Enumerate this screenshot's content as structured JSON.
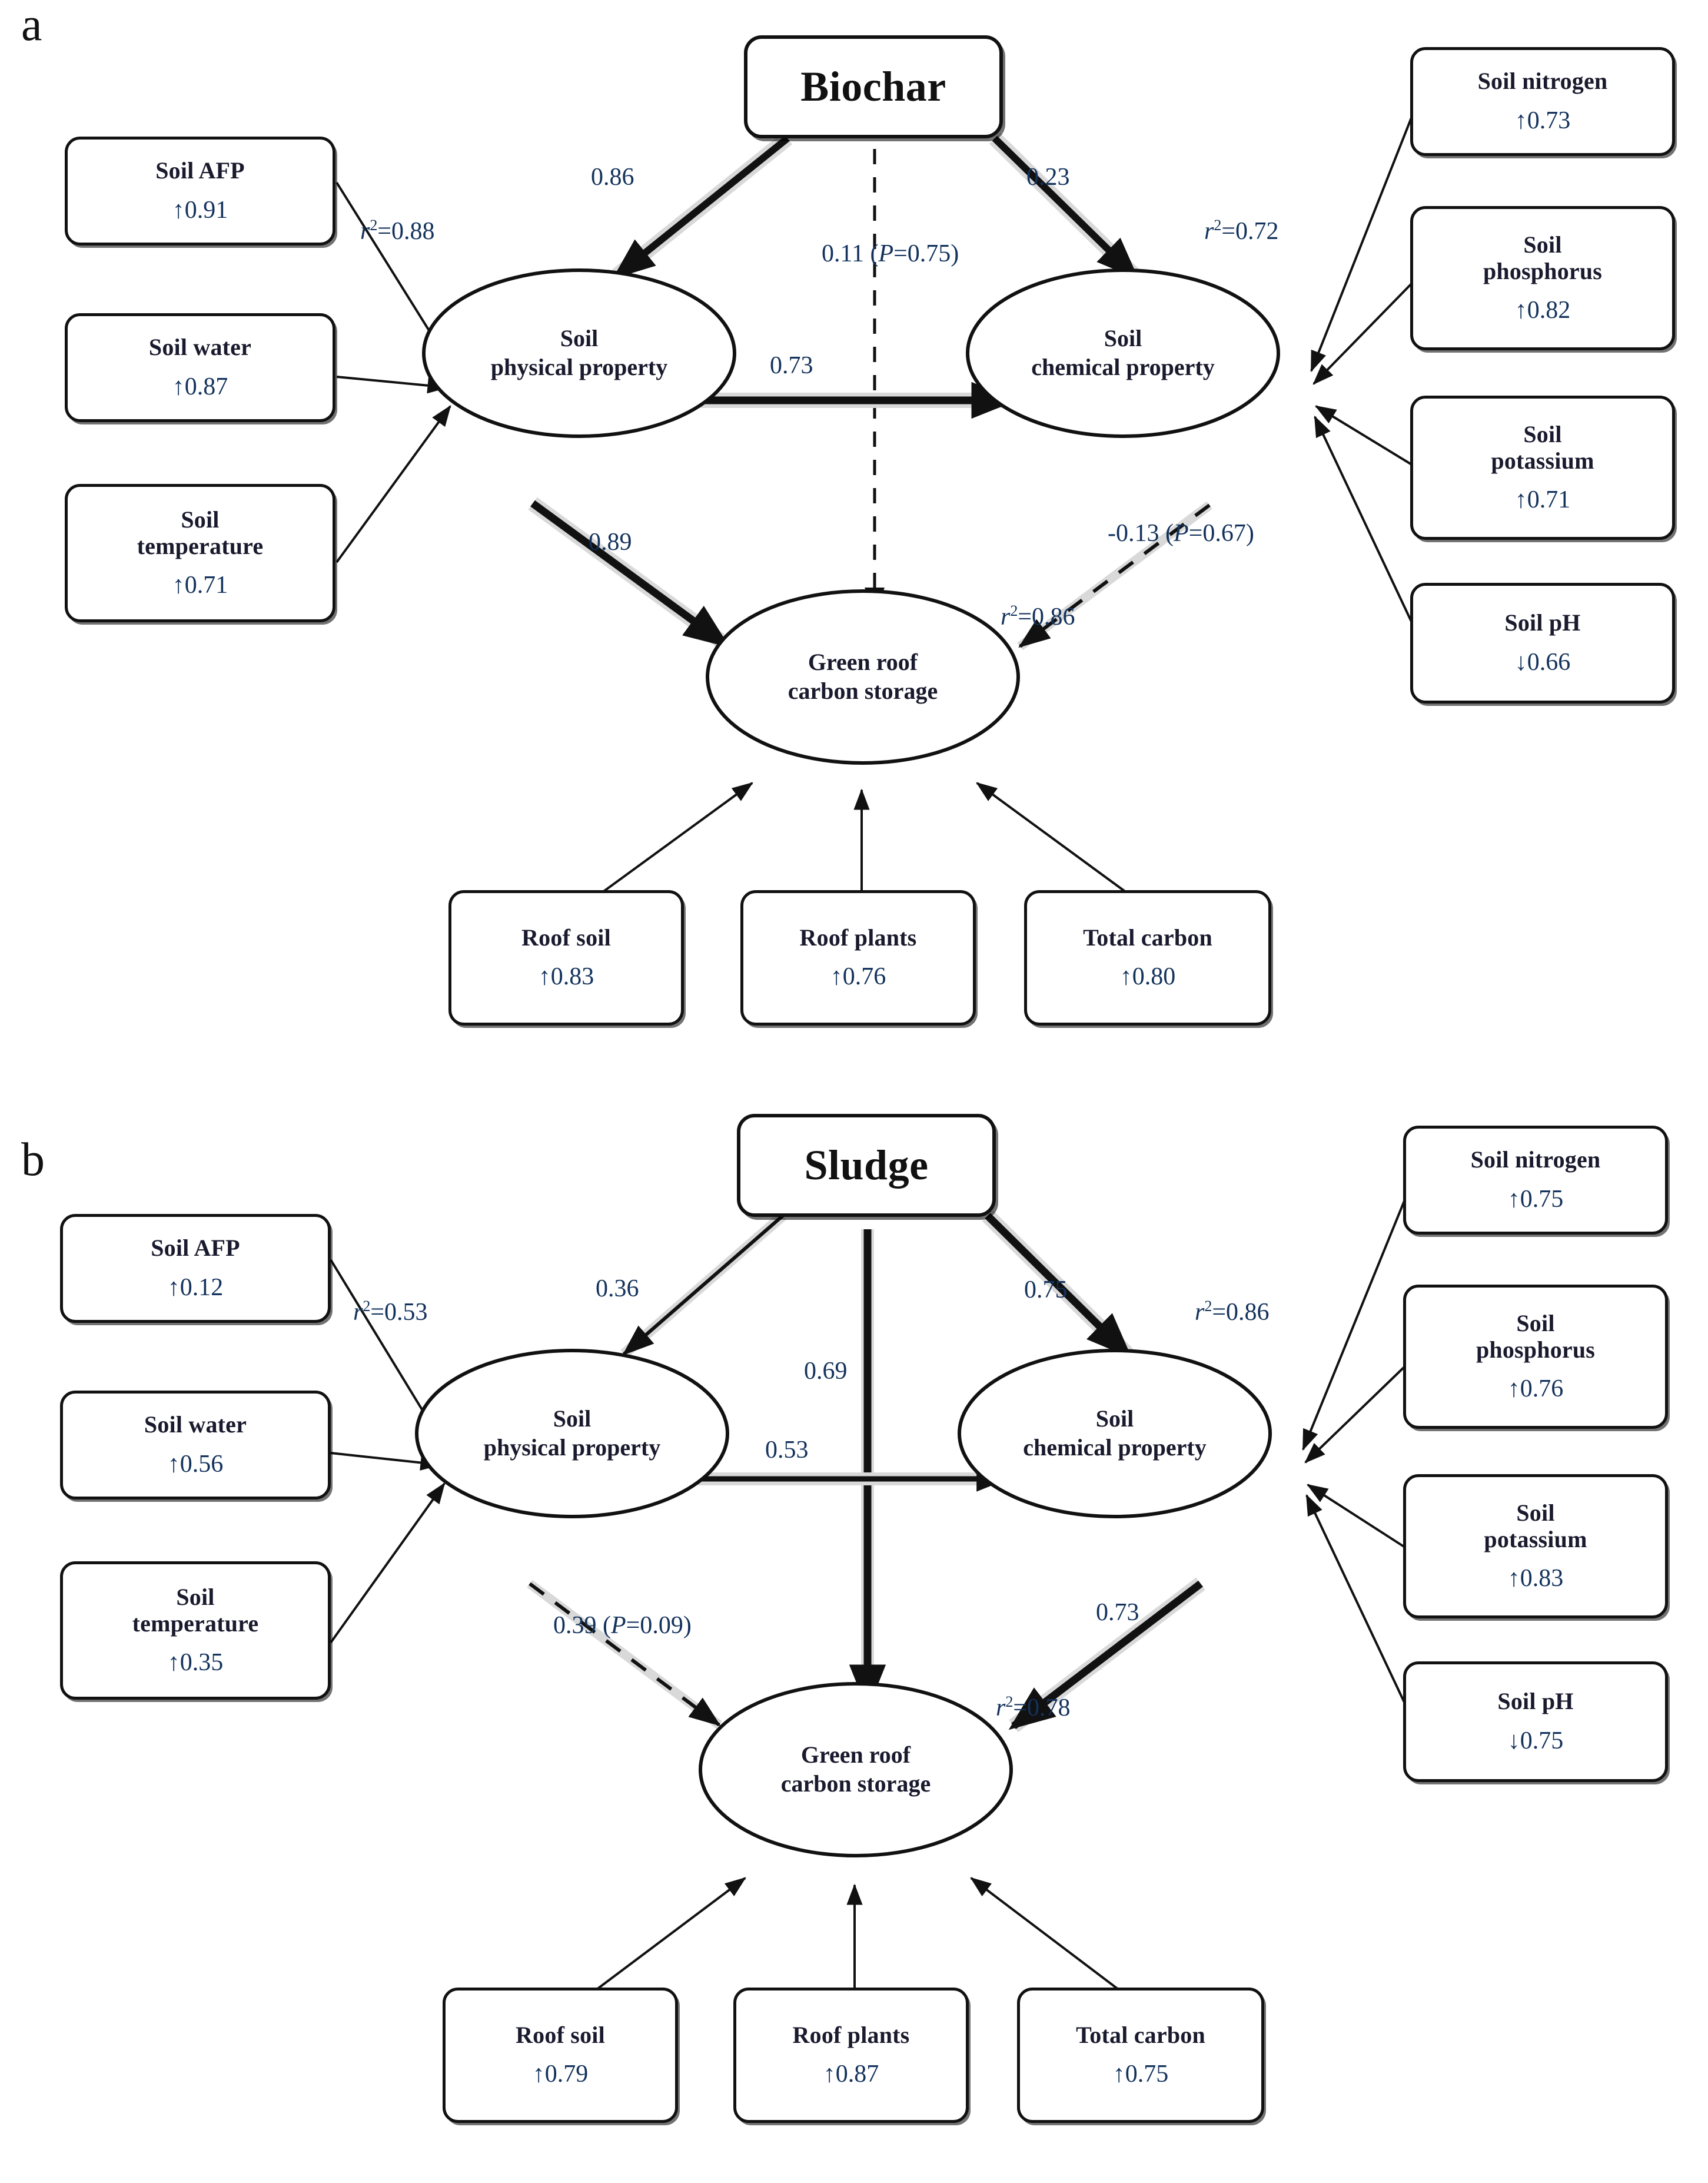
{
  "figure": {
    "panels": [
      {
        "letter": "a",
        "driver": {
          "label": "Biochar"
        },
        "latents": [
          {
            "id": "phys",
            "label": "Soil\nphysical property",
            "r2_label": "r2=0.88",
            "r2_value": 0.88
          },
          {
            "id": "chem",
            "label": "Soil\nchemical property",
            "r2_label": "r2=0.72",
            "r2_value": 0.72
          },
          {
            "id": "carbon",
            "label": "Green roof\ncarbon storage",
            "r2_label": "r2=0.86",
            "r2_value": 0.86
          }
        ],
        "left_indicators": [
          {
            "name": "Soil AFP",
            "arrow": "up",
            "loading": "0.91"
          },
          {
            "name": "Soil water",
            "arrow": "up",
            "loading": "0.87"
          },
          {
            "name": "Soil\ntemperature",
            "arrow": "up",
            "loading": "0.71"
          }
        ],
        "right_indicators": [
          {
            "name": "Soil nitrogen",
            "arrow": "up",
            "loading": "0.73"
          },
          {
            "name": "Soil\nphosphorus",
            "arrow": "up",
            "loading": "0.82"
          },
          {
            "name": "Soil\npotassium",
            "arrow": "up",
            "loading": "0.71"
          },
          {
            "name": "Soil pH",
            "arrow": "down",
            "loading": "0.66"
          }
        ],
        "bottom_indicators": [
          {
            "name": "Roof  soil",
            "arrow": "up",
            "loading": "0.83"
          },
          {
            "name": "Roof  plants",
            "arrow": "up",
            "loading": "0.76"
          },
          {
            "name": "Total carbon",
            "arrow": "up",
            "loading": "0.80"
          }
        ],
        "paths": [
          {
            "from": "driver",
            "to": "phys",
            "label": "0.86",
            "value": 0.86,
            "style": "thick-solid",
            "significant": true
          },
          {
            "from": "driver",
            "to": "chem",
            "label": "0.23",
            "value": 0.23,
            "style": "thick-solid",
            "significant": true
          },
          {
            "from": "driver",
            "to": "carbon",
            "label": "0.11 (P=0.75)",
            "value": 0.11,
            "p": 0.75,
            "style": "thin-dashed",
            "significant": false
          },
          {
            "from": "phys",
            "to": "chem",
            "label": "0.73",
            "value": 0.73,
            "style": "thick-solid",
            "significant": true
          },
          {
            "from": "phys",
            "to": "carbon",
            "label": "0.89",
            "value": 0.89,
            "style": "thick-solid",
            "significant": true
          },
          {
            "from": "chem",
            "to": "carbon",
            "label": "-0.13 (P=0.67)",
            "value": -0.13,
            "p": 0.67,
            "style": "thin-dashed",
            "significant": false
          }
        ]
      },
      {
        "letter": "b",
        "driver": {
          "label": "Sludge"
        },
        "latents": [
          {
            "id": "phys",
            "label": "Soil\nphysical property",
            "r2_label": "r2=0.53",
            "r2_value": 0.53
          },
          {
            "id": "chem",
            "label": "Soil\nchemical property",
            "r2_label": "r2=0.86",
            "r2_value": 0.86
          },
          {
            "id": "carbon",
            "label": "Green roof\ncarbon storage",
            "r2_label": "r2=0.78",
            "r2_value": 0.78
          }
        ],
        "left_indicators": [
          {
            "name": "Soil AFP",
            "arrow": "up",
            "loading": "0.12"
          },
          {
            "name": "Soil water",
            "arrow": "up",
            "loading": "0.56"
          },
          {
            "name": "Soil\ntemperature",
            "arrow": "up",
            "loading": "0.35"
          }
        ],
        "right_indicators": [
          {
            "name": "Soil nitrogen",
            "arrow": "up",
            "loading": "0.75"
          },
          {
            "name": "Soil\nphosphorus",
            "arrow": "up",
            "loading": "0.76"
          },
          {
            "name": "Soil\npotassium",
            "arrow": "up",
            "loading": "0.83"
          },
          {
            "name": "Soil pH",
            "arrow": "down",
            "loading": "0.75"
          }
        ],
        "bottom_indicators": [
          {
            "name": "Roof  soil",
            "arrow": "up",
            "loading": "0.79"
          },
          {
            "name": "Roof  plants",
            "arrow": "up",
            "loading": "0.87"
          },
          {
            "name": "Total carbon",
            "arrow": "up",
            "loading": "0.75"
          }
        ],
        "paths": [
          {
            "from": "driver",
            "to": "phys",
            "label": "0.36",
            "value": 0.36,
            "style": "thin-solid",
            "significant": true
          },
          {
            "from": "driver",
            "to": "chem",
            "label": "0.75",
            "value": 0.75,
            "style": "thick-solid",
            "significant": true
          },
          {
            "from": "driver",
            "to": "carbon",
            "label": "0.69",
            "value": 0.69,
            "style": "thick-solid",
            "significant": true
          },
          {
            "from": "phys",
            "to": "chem",
            "label": "0.53",
            "value": 0.53,
            "style": "medium-solid",
            "significant": true
          },
          {
            "from": "phys",
            "to": "carbon",
            "label": "0.39 (P=0.09)",
            "value": 0.39,
            "p": 0.09,
            "style": "thin-dashed",
            "significant": false
          },
          {
            "from": "chem",
            "to": "carbon",
            "label": "0.73",
            "value": 0.73,
            "style": "thick-solid",
            "significant": true
          }
        ]
      }
    ]
  }
}
